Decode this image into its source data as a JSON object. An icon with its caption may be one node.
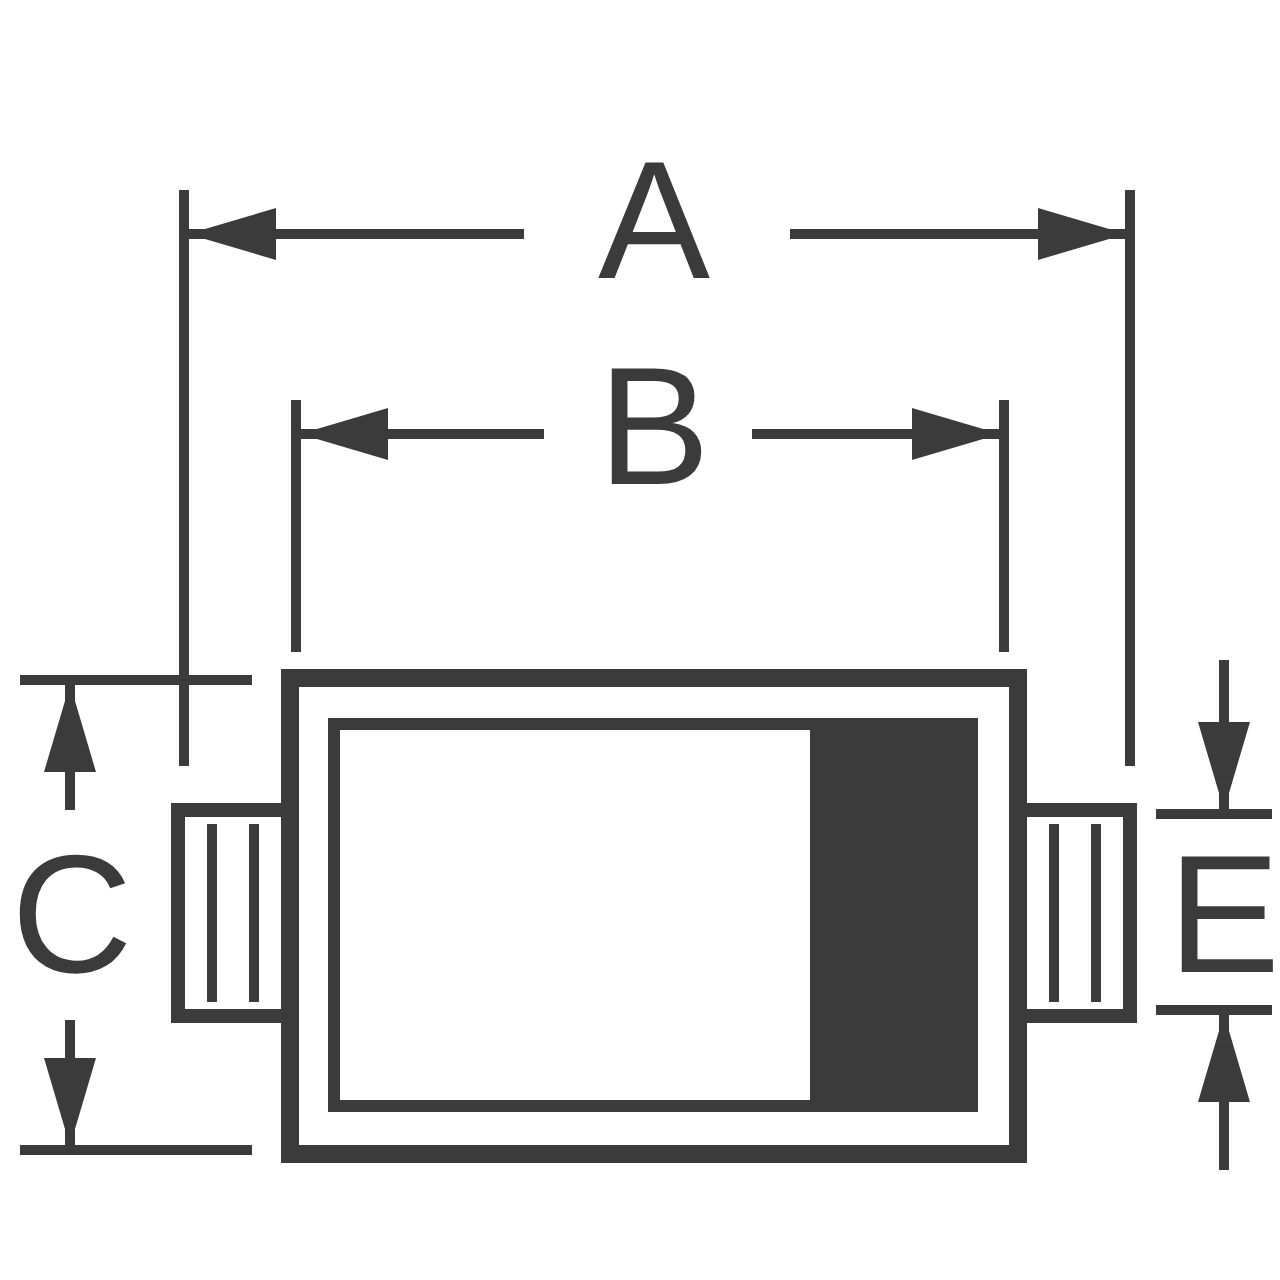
{
  "diagram": {
    "labels": [
      "A",
      "B",
      "C",
      "E"
    ]
  }
}
